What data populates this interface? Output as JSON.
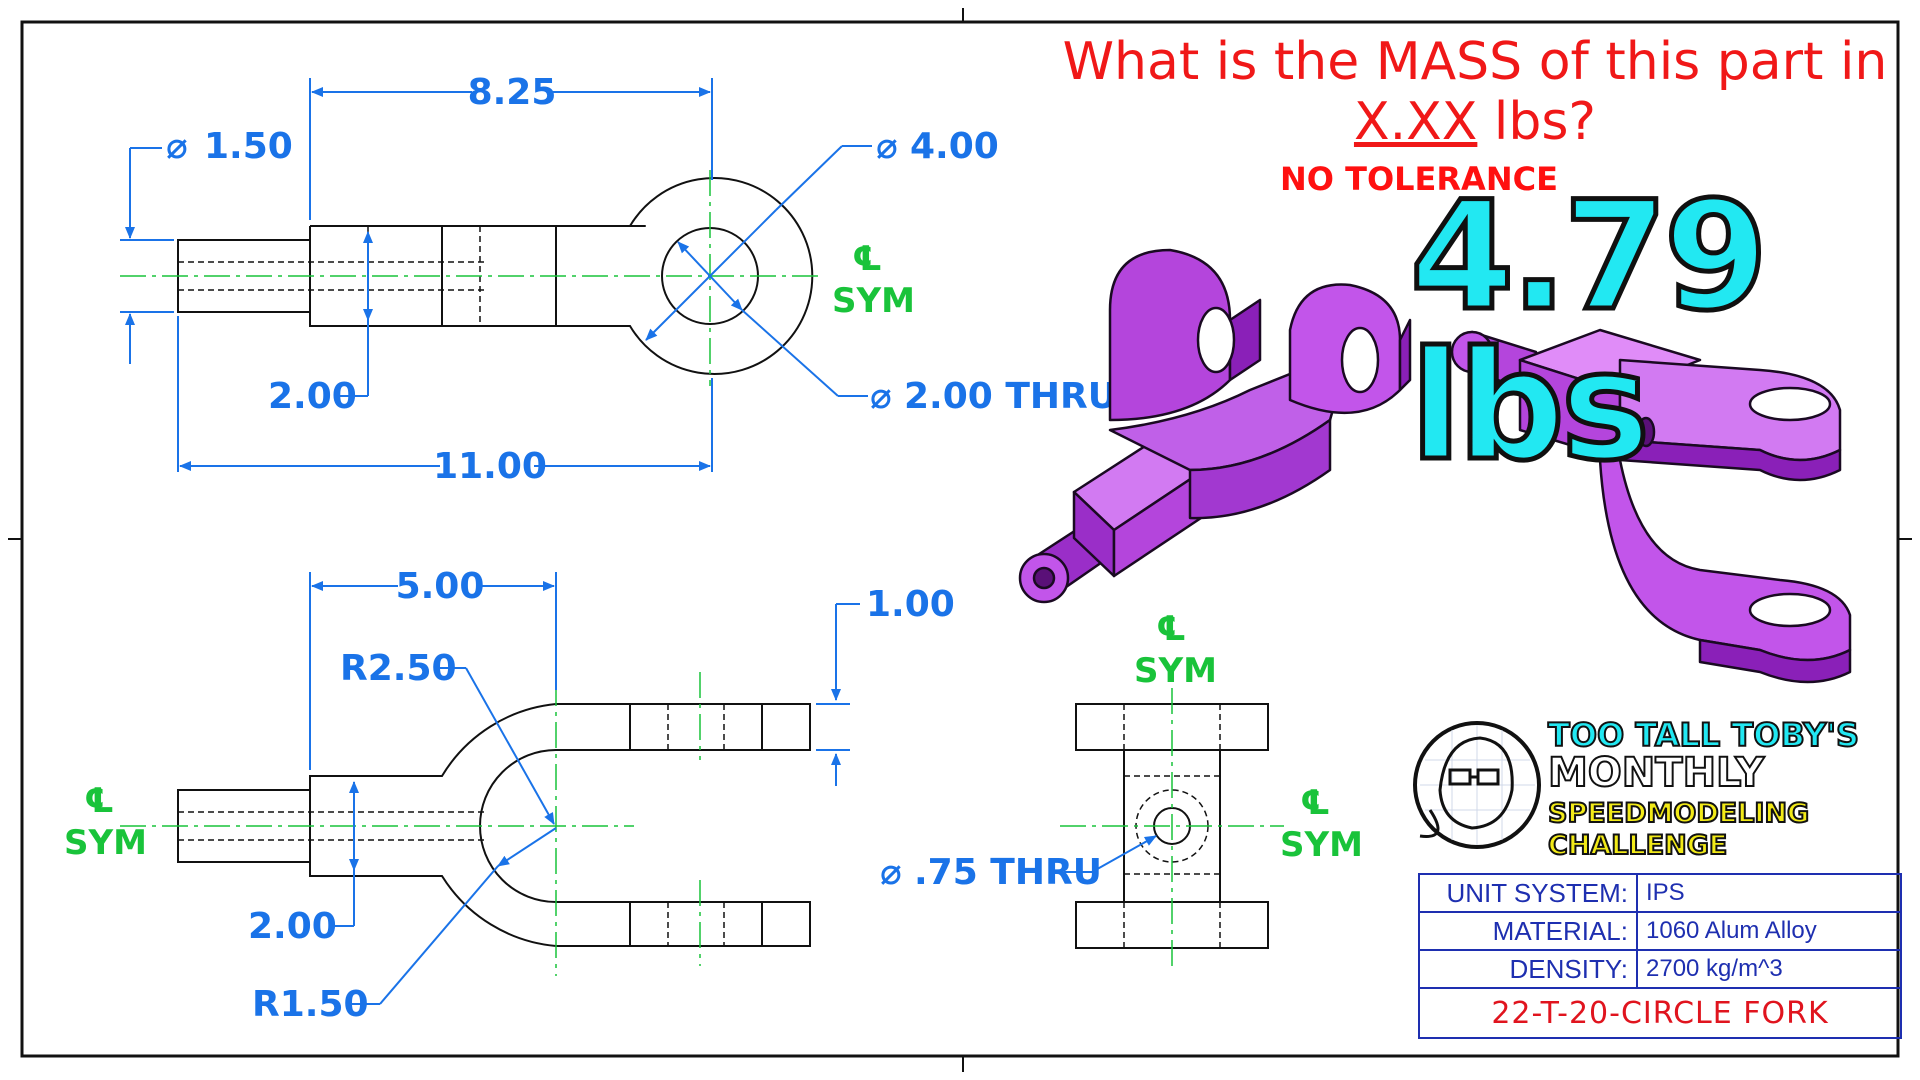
{
  "question": {
    "line1": "What is the MASS of this part in",
    "line2_underlined": "X.XX",
    "line2_rest": " lbs?",
    "note": "NO TOLERANCE"
  },
  "answer": "4.79 lbs",
  "dimensions": {
    "top_view": {
      "length_8_25": "8.25",
      "dia_1_50": "1.50",
      "dia_4_00": "4.00",
      "dia_2_00_thru": "2.00 THRU",
      "height_2_00": "2.00",
      "length_11_00": "11.00"
    },
    "front_view": {
      "length_5_00": "5.00",
      "thick_1_00": "1.00",
      "radius_2_50": "R2.50",
      "radius_1_50": "R1.50",
      "height_2_00": "2.00"
    },
    "side_view": {
      "dia_75_thru": ".75 THRU"
    }
  },
  "diameter_symbol": "⌀",
  "centerline_labels": {
    "symbol": "℄",
    "text": "SYM"
  },
  "logo": {
    "line1": "TOO TALL TOBY'S",
    "line2": "MONTHLY",
    "line3": "SPEEDMODELING",
    "line4": "CHALLENGE"
  },
  "title_block": {
    "unit_system_label": "UNIT SYSTEM:",
    "unit_system_value": "IPS",
    "material_label": "MATERIAL:",
    "material_value": "1060 Alum Alloy",
    "density_label": "DENSITY:",
    "density_value": "2700 kg/m^3",
    "part_number": "22-T-20-CIRCLE FORK"
  },
  "colors": {
    "dimension": "#1a73e8",
    "centerline": "#19c33a",
    "question": "#f01818",
    "answer": "#22e8f2",
    "part": "#b03ad8",
    "title_block": "#1e2fb0"
  }
}
